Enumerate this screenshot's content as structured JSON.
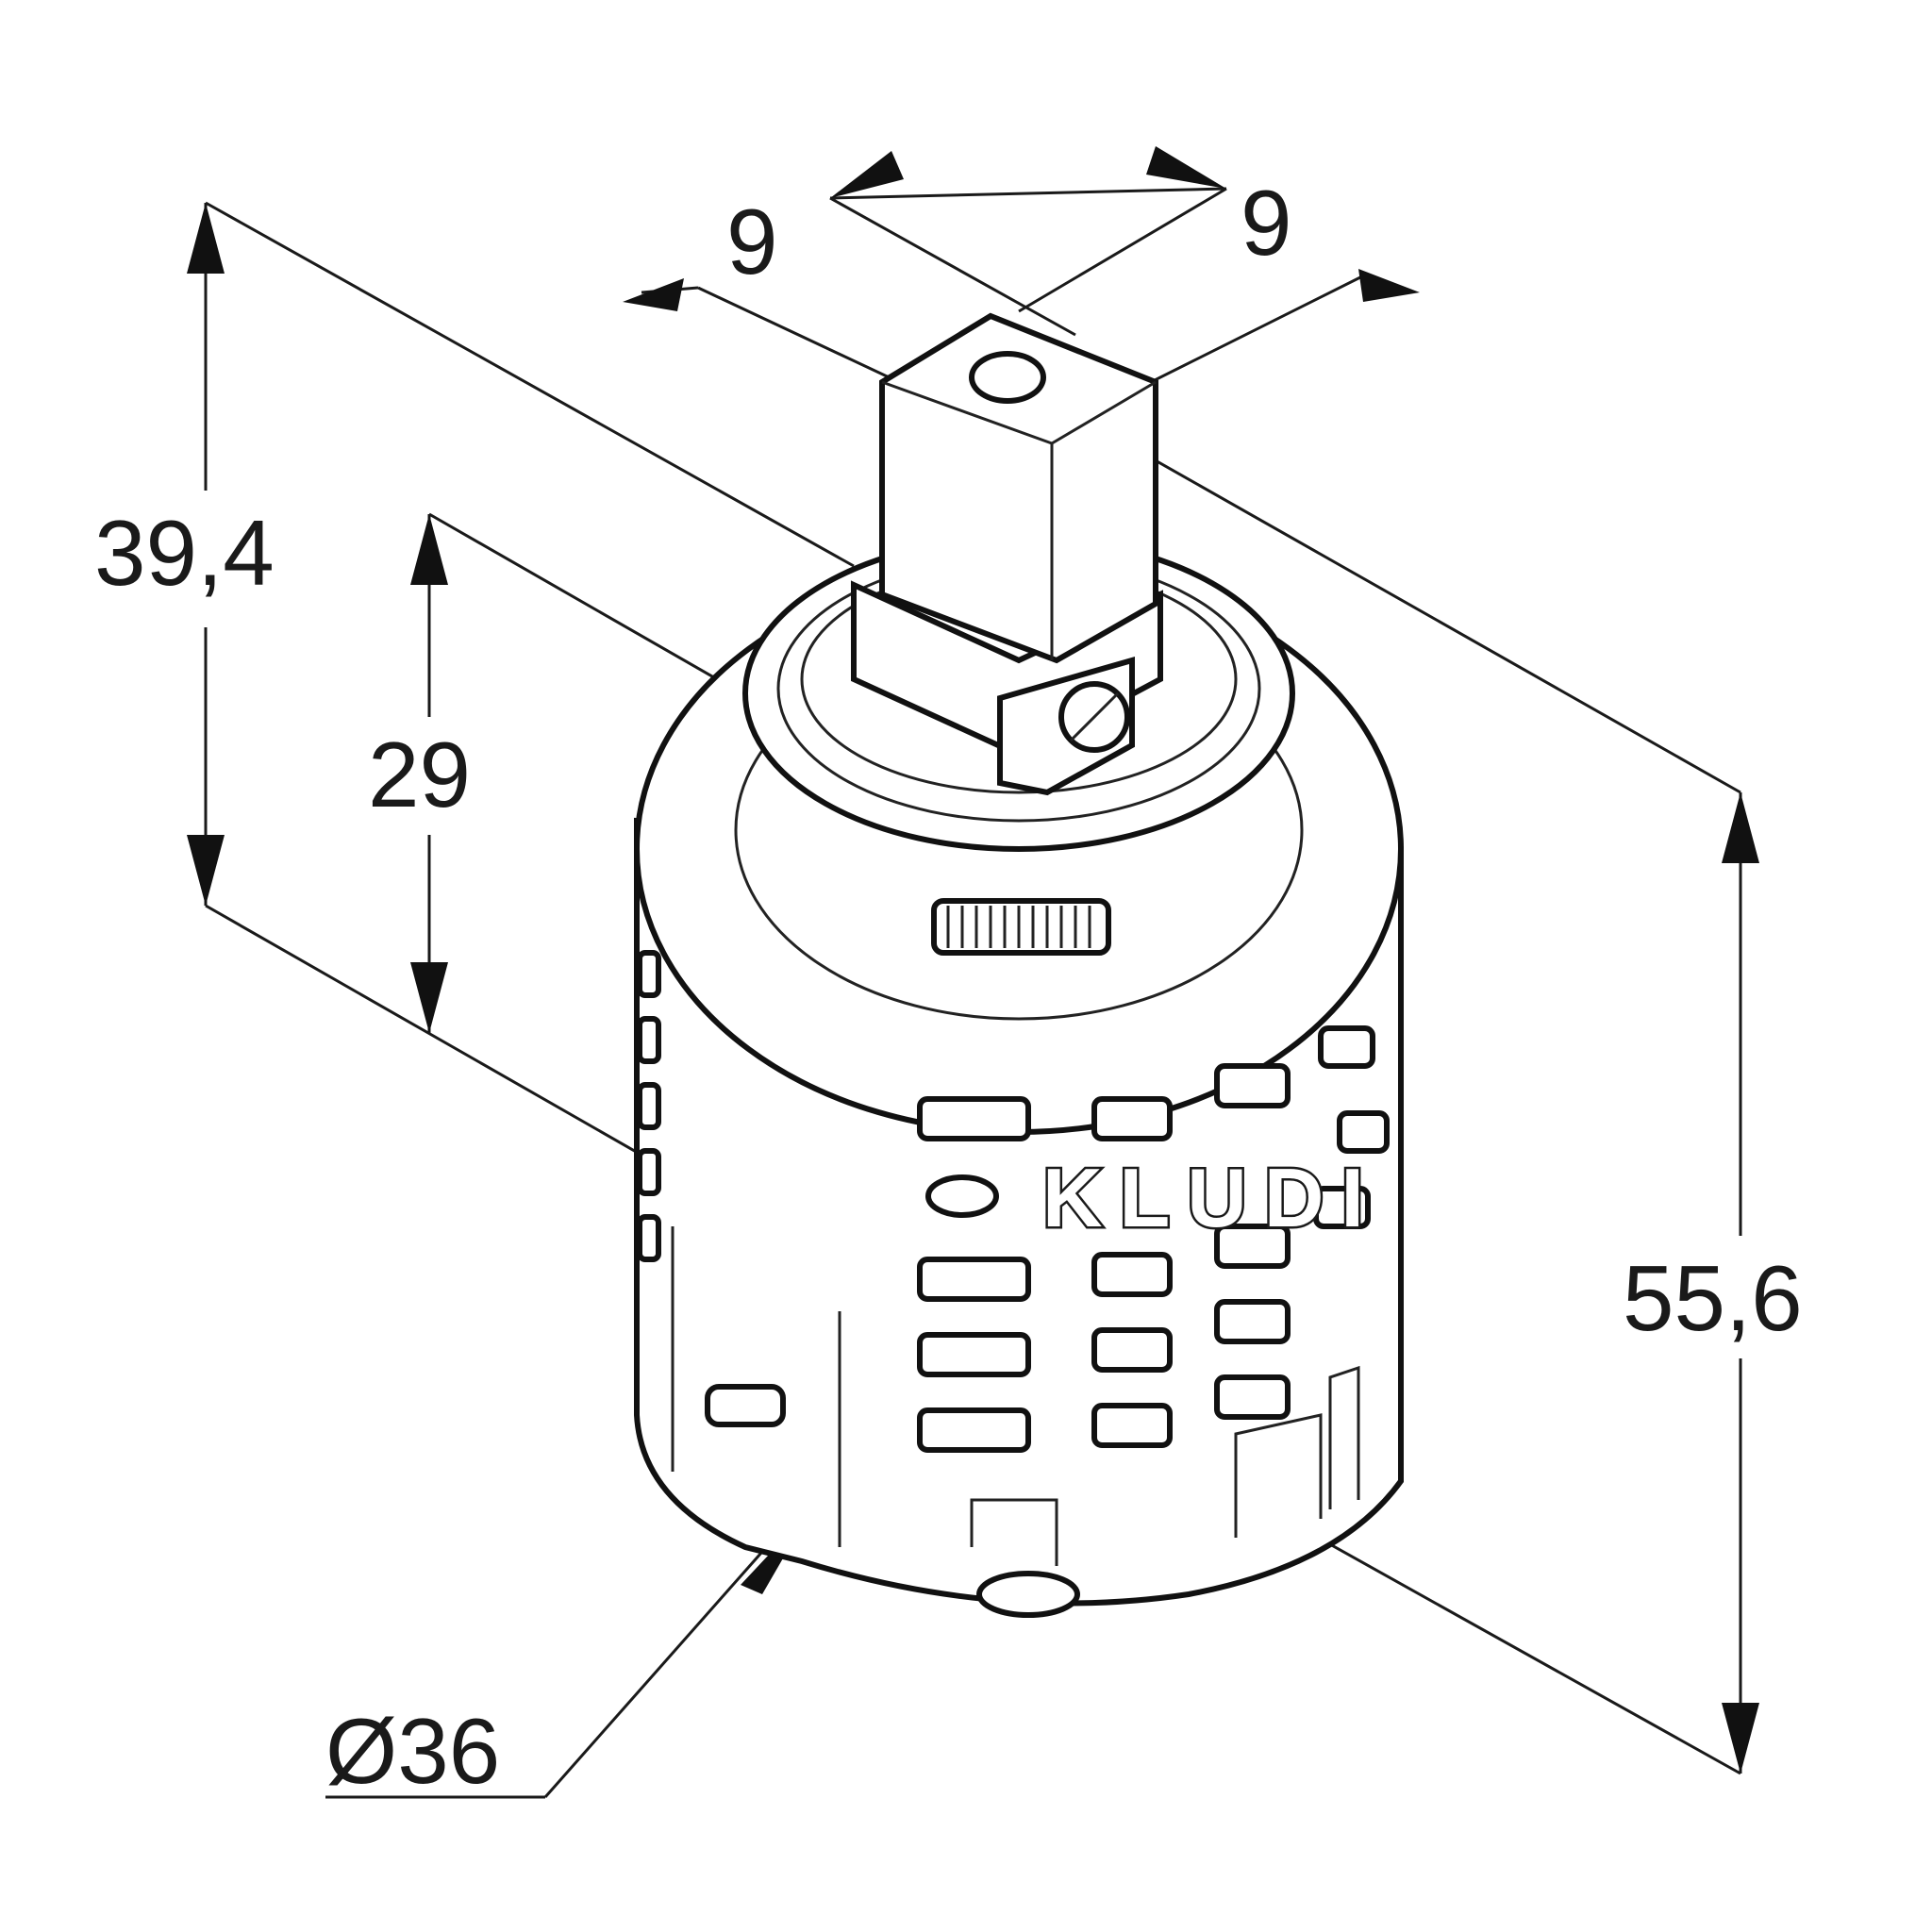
{
  "drawing": {
    "brand": "KLUDI",
    "dimensions": {
      "stem_width_a": "9",
      "stem_width_b": "9",
      "height_upper": "39,4",
      "height_body": "29",
      "height_total": "55,6",
      "diameter": "Ø36"
    }
  }
}
